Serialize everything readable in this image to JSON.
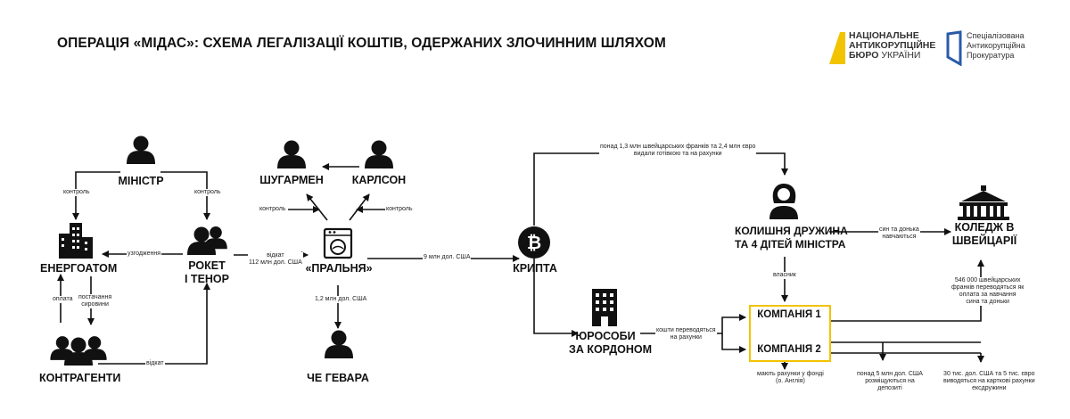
{
  "title": "ОПЕРАЦІЯ «МІДАС»: СХЕМА ЛЕГАЛІЗАЦІЇ КОШТІВ, ОДЕРЖАНИХ ЗЛОЧИННИМ ШЛЯХОМ",
  "logos": {
    "nabu": {
      "line1": "НАЦІОНАЛЬНЕ",
      "line2": "АНТИКОРУПЦІЙНЕ",
      "line3_bold": "БЮРО",
      "line3_light": "УКРАЇНИ",
      "accent": "#f2c300"
    },
    "sap": {
      "line1": "Спеціалізована",
      "line2": "Антикорупційна",
      "line3": "Прокуратура",
      "accent": "#2b5aa8"
    }
  },
  "nodes": {
    "minister": "МІНІСТР",
    "energoatom": "ЕНЕРГОАТОМ",
    "roket_line1": "РОКЕТ",
    "roket_line2": "І ТЕНОР",
    "contractors": "КОНТРАГЕНТИ",
    "shugarmen": "ШУГАРМЕН",
    "karlson": "КАРЛСОН",
    "pralnia": "«ПРАЛЬНЯ»",
    "che_guevara": "ЧЕ ГЕВАРА",
    "crypto": "КРИПТА",
    "ex_wife_line1": "КОЛИШНЯ ДРУЖИНА",
    "ex_wife_line2": "ТА 4 ДІТЕЙ МІНІСТРА",
    "college_line1": "КОЛЕДЖ В",
    "college_line2": "ШВЕЙЦАРІЇ",
    "foreign_line1": "ЮРОСОБИ",
    "foreign_line2": "ЗА КОРДОНОМ",
    "company1": "КОМПАНІЯ 1",
    "company2": "КОМПАНІЯ 2"
  },
  "annotations": {
    "control_left": "контроль",
    "control_right": "контроль",
    "agreement": "узгодження",
    "payment": "оплата",
    "supply_line1": "постачання",
    "supply_line2": "сировини",
    "kickback_bottom": "відкат",
    "kickback_top_line1": "відкат",
    "kickback_top_line2": "112 млн дол. США",
    "control_shug": "контроль",
    "control_karl": "контроль",
    "to_che": "1,2 млн дол. США",
    "to_crypto": "9 млн дол. США",
    "cash_line1": "понад 1,3 млн швейцарських франків та 2,4 млн євро",
    "cash_line2": "видали готівкою та на рахунки",
    "tuition_line1": "син та донька",
    "tuition_line2": "навчаються",
    "owner": "власник",
    "accounts_line1": "кошти переводяться",
    "accounts_line2": "на рахунки",
    "francs_line1": "546 000 швейцарських",
    "francs_line2": "франків переводяться як",
    "francs_line3": "оплата за навчання",
    "francs_line4": "сина та доньки",
    "fund_line1": "мають рахунки у фонді",
    "fund_line2": "(о. Англія)",
    "deposit_line1": "понад 5 млн дол. США",
    "deposit_line2": "розміщуються на",
    "deposit_line3": "депозиті",
    "cards_line1": "30 тис. дол. США та 5 тис. євро",
    "cards_line2": "виводяться на карткові рахунки",
    "cards_line3": "ексдружини"
  }
}
